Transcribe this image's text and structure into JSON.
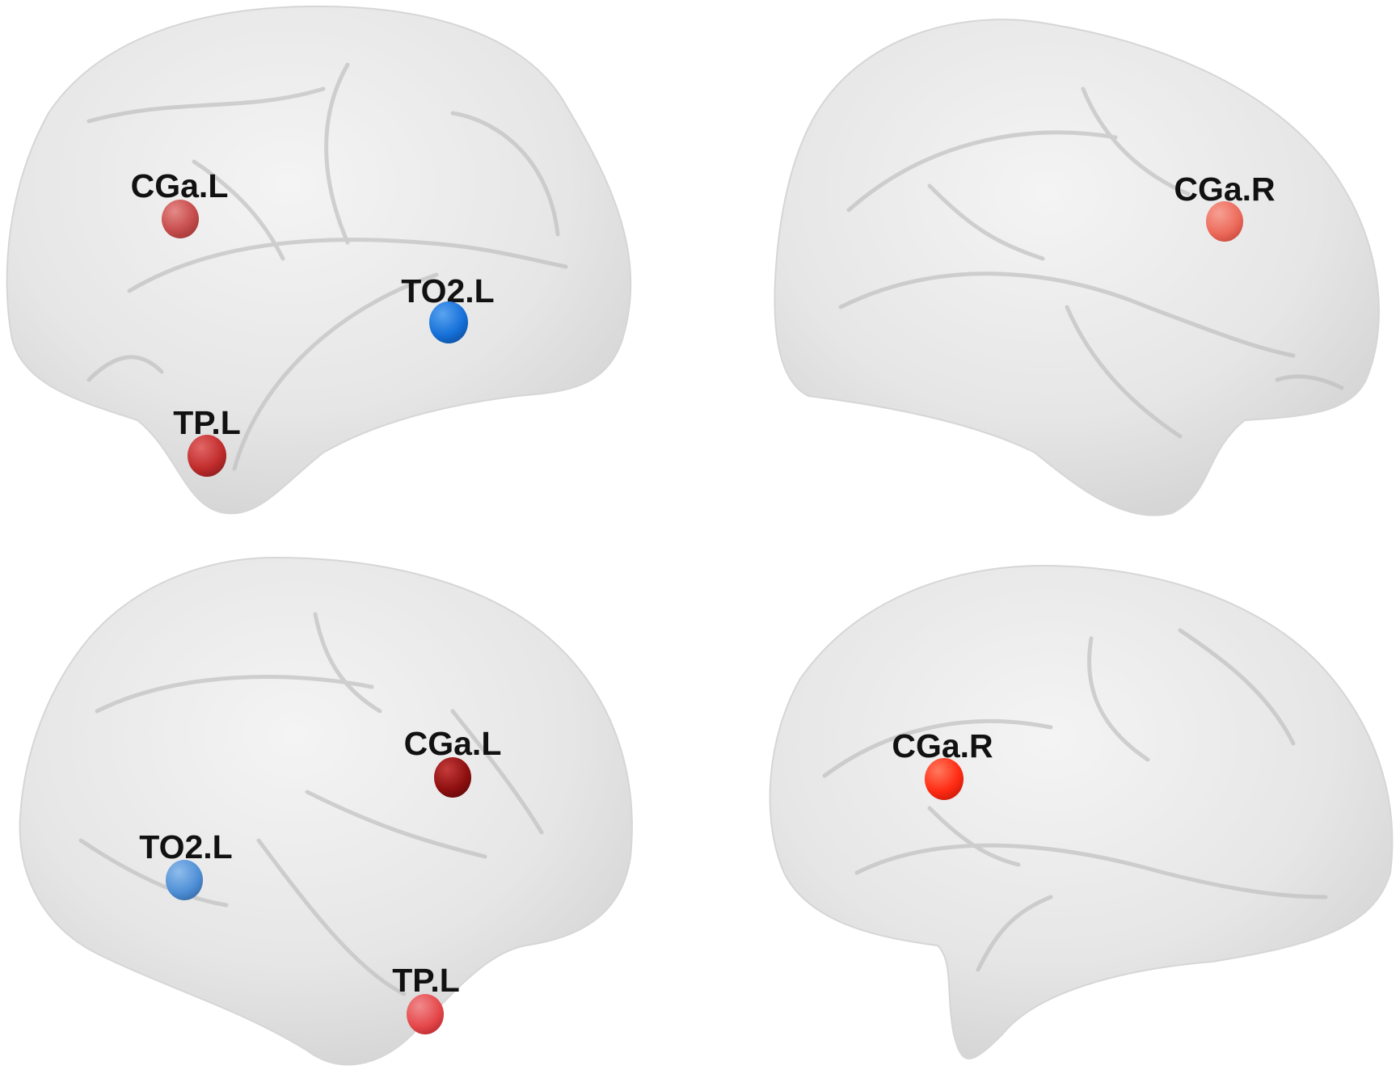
{
  "views": [
    {
      "id": "left-lateral",
      "nodes": [
        {
          "label": "CGa.L",
          "color": "#c9504f"
        },
        {
          "label": "TO2.L",
          "color": "#1570d8"
        },
        {
          "label": "TP.L",
          "color": "#c12c2c"
        }
      ]
    },
    {
      "id": "right-medial",
      "nodes": [
        {
          "label": "CGa.R",
          "color": "#ec6a5a"
        }
      ]
    },
    {
      "id": "left-medial",
      "nodes": [
        {
          "label": "CGa.L",
          "color": "#8e0f0f"
        },
        {
          "label": "TO2.L",
          "color": "#4f8fd6"
        },
        {
          "label": "TP.L",
          "color": "#e5484b"
        }
      ]
    },
    {
      "id": "right-lateral",
      "nodes": [
        {
          "label": "CGa.R",
          "color": "#ff2a12"
        }
      ]
    }
  ]
}
